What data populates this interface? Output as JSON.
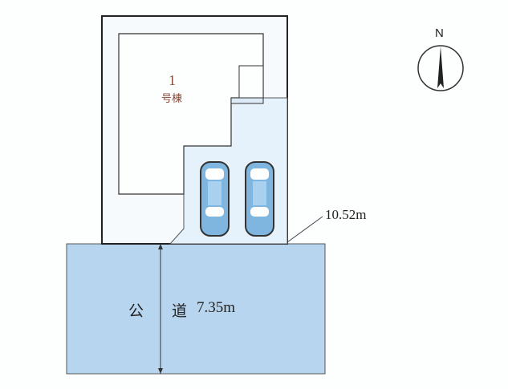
{
  "lot": {
    "number": "1",
    "label": "号棟"
  },
  "frontage": "10.52m",
  "road": {
    "label_1": "公",
    "label_2": "道",
    "width": "7.35m"
  },
  "compass": {
    "north": "N"
  },
  "colors": {
    "road": "#b7d5ee",
    "parking": "#e6f2fb",
    "line": "#333333",
    "lot_text": "#8a4a3a",
    "car": "#7fb6e0"
  }
}
